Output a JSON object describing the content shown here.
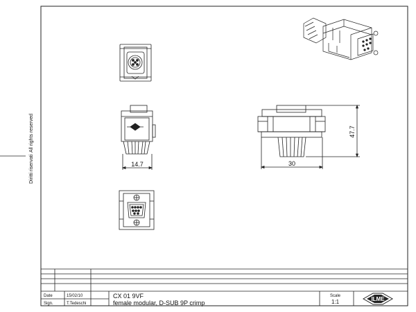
{
  "drawing": {
    "side_text_left": "Diritti riservati",
    "side_text_right": "All rights reserved",
    "dimensions": {
      "width_front": "14.7",
      "width_side": "30",
      "height_side": "47.7"
    }
  },
  "title_block": {
    "date_label": "Date",
    "date_value": "15/02/10",
    "sign_label": "Sign.",
    "sign_value": "T.Tedeschi",
    "part_code": "CX 01 9VF",
    "part_description": "female modular, D-SUB 9P crimp",
    "scale_label": "Scale",
    "scale_value": "1:1",
    "logo_text": "ILME"
  }
}
